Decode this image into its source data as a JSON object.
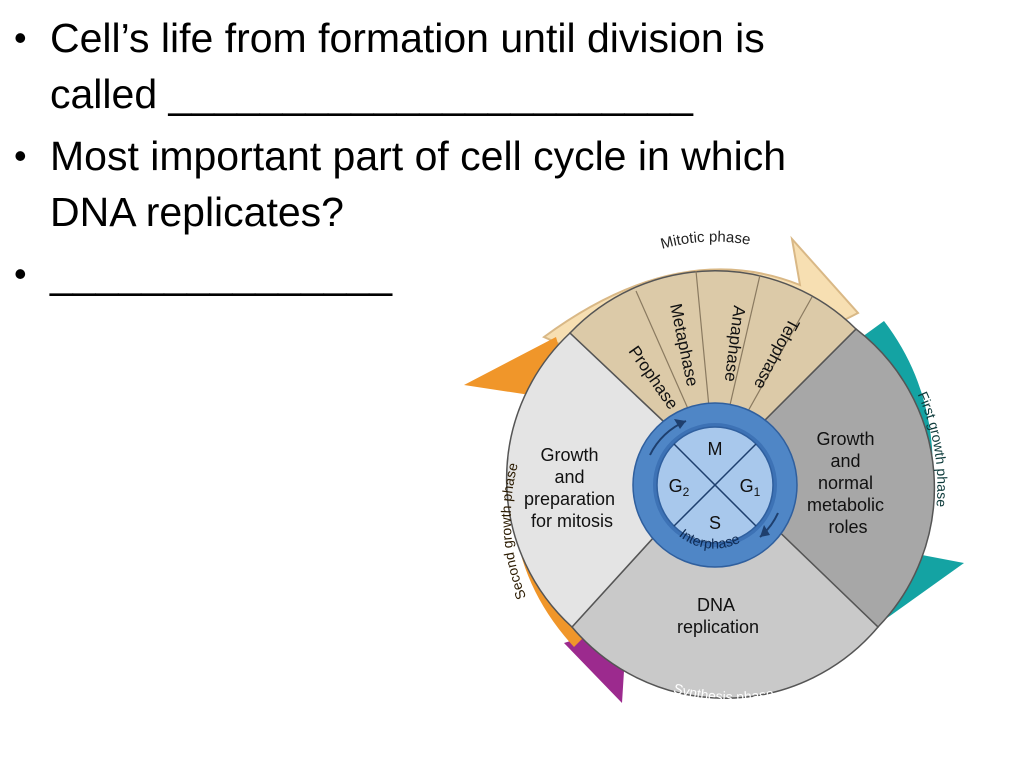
{
  "slide": {
    "bullets": [
      {
        "line1": "Cell’s life from formation until division is",
        "line2": "called _______________________"
      },
      {
        "line1": "Most important part of cell cycle in which",
        "line2": "DNA replicates?"
      },
      {
        "line1": "_______________"
      }
    ]
  },
  "diagram": {
    "arcs": {
      "mitotic": "Mitotic phase",
      "first": "First growth phase",
      "synthesis": "Synthesis phase",
      "second": "Second growth phase"
    },
    "mitosis_stages": [
      "Prophase",
      "Metaphase",
      "Anaphase",
      "Telophase"
    ],
    "g1_region": [
      "Growth",
      "and",
      "normal",
      "metabolic",
      "roles"
    ],
    "s_region": [
      "DNA",
      "replication"
    ],
    "g2_region": [
      "Growth",
      "and",
      "preparation",
      "for mitosis"
    ],
    "hub": {
      "m": "M",
      "g1": "G",
      "g1_sub": "1",
      "s": "S",
      "g2": "G",
      "g2_sub": "2",
      "ring": "Interphase"
    },
    "colors": {
      "mitotic_arrow": "#f7dfb2",
      "first_arrow": "#14a3a3",
      "synthesis_arrow": "#9c2a8e",
      "second_arrow": "#f0962a",
      "mitotic_wedge": "#dccaa8",
      "g1_wedge": "#a7a7a7",
      "s_wedge": "#c9c9c9",
      "g2_wedge": "#e4e4e4",
      "hub_ring": "#4f86c6",
      "hub_fill": "#a8c8ec"
    }
  }
}
